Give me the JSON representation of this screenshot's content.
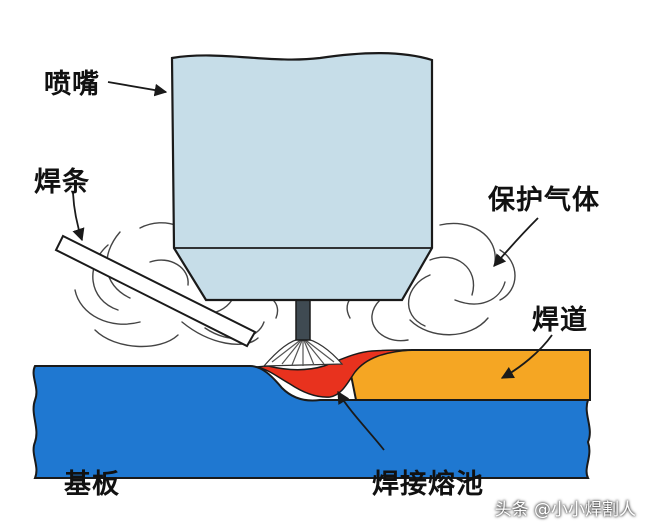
{
  "labels": {
    "nozzle": "喷嘴",
    "electrode": "焊条",
    "shielding_gas": "保护气体",
    "weld_bead": "焊道",
    "base_plate": "基板",
    "weld_pool": "焊接熔池"
  },
  "watermark": "头条 @小小焊割人",
  "colors": {
    "nozzle_fill": "#c6dde8",
    "plate_fill": "#1f78d1",
    "bead_fill": "#f5a623",
    "pool_fill": "#e8321e",
    "outline": "#1a1a1a"
  }
}
